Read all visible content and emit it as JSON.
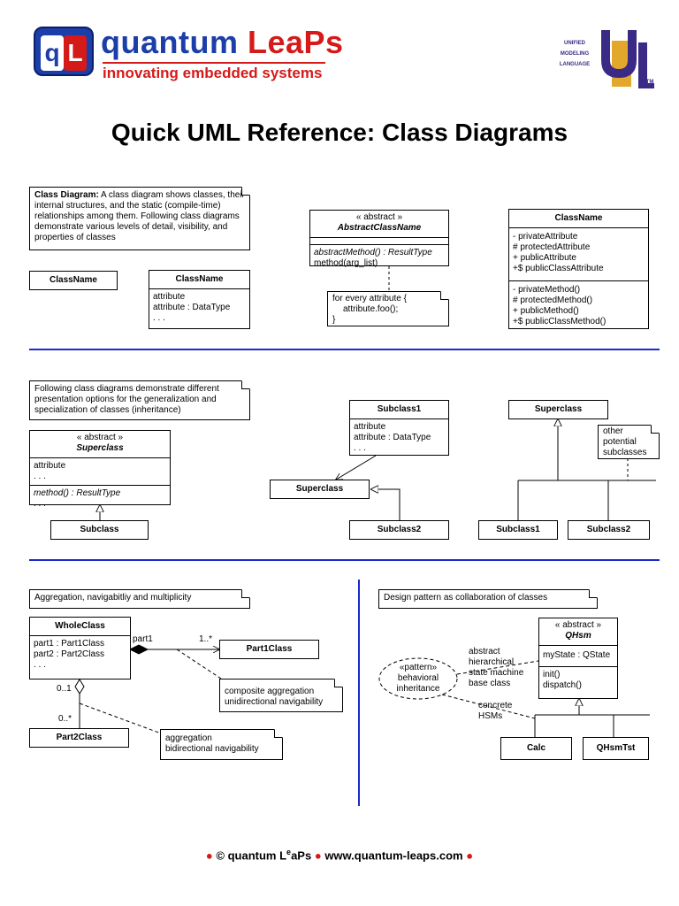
{
  "header": {
    "brand_name_1": "quantum",
    "brand_name_2": "LeaPs",
    "brand_tagline": "innovating embedded systems",
    "logo_q": "q",
    "logo_l": "L",
    "uml_words": [
      "UNIFIED",
      "MODELING",
      "LANGUAGE"
    ],
    "uml_tm": "TM",
    "title": "Quick UML Reference: Class Diagrams"
  },
  "colors": {
    "brand_blue": "#1c3ea8",
    "brand_red": "#d51a1a",
    "rule_blue": "#1b2ac8",
    "uml_purple": "#3b2a85",
    "uml_gold": "#e3a72b"
  },
  "section1": {
    "note_title": "Class Diagram:",
    "note_text": " A class diagram shows classes, their internal structures, and the static (compile-time) relationships among them. Following class diagrams demonstrate various levels of detail, visibility, and properties of classes",
    "simple_class": "ClassName",
    "attr_class": {
      "name": "ClassName",
      "attrs": [
        "attribute",
        "attribute : DataType",
        ". . ."
      ]
    },
    "abstract_class": {
      "stereotype": "« abstract »",
      "name": "AbstractClassName",
      "ops": [
        "abstractMethod() : ResultType",
        "method(arg_list)"
      ]
    },
    "method_note": [
      "for every attribute {",
      "attribute.foo();",
      "}"
    ],
    "full_class": {
      "name": "ClassName",
      "attrs": [
        "- privateAttribute",
        "# protectedAttribute",
        "+ publicAttribute",
        "+$ publicClassAttribute"
      ],
      "ops": [
        "- privateMethod()",
        "# protectedMethod()",
        "+ publicMethod()",
        "+$ publicClassMethod()"
      ]
    }
  },
  "section2": {
    "note_text": "Following class diagrams demonstrate different presentation options for the generalization and specialization of classes (inheritance)",
    "abstract_super": {
      "stereotype": "« abstract »",
      "name": "Superclass",
      "attrs": [
        "attribute",
        ". . ."
      ],
      "ops": [
        "method() : ResultType",
        ". . ."
      ]
    },
    "subclass": "Subclass",
    "subclass1": {
      "name": "Subclass1",
      "attrs": [
        "attribute",
        "attribute : DataType",
        ". . ."
      ]
    },
    "superclass_mid": "Superclass",
    "subclass2_mid": "Subclass2",
    "superclass_right": "Superclass",
    "other_note": [
      "other",
      "potential",
      "subclasses"
    ],
    "subclass1_right": "Subclass1",
    "subclass2_right": "Subclass2"
  },
  "section3": {
    "note_aggr_title": "Aggregation, navigabitliy and multiplicity",
    "whole_class": {
      "name": "WholeClass",
      "attrs": [
        "part1 : Part1Class",
        "part2 : Part2Class",
        ". . ."
      ]
    },
    "part1_class": "Part1Class",
    "part2_class": "Part2Class",
    "role_part1": "part1",
    "mult_1star": "1..*",
    "mult_01": "0..1",
    "mult_0star": "0..*",
    "note_composite": [
      "composite aggregation",
      "unidirectional navigability"
    ],
    "note_aggregation": [
      "aggregation",
      "bidirectional navigability"
    ],
    "note_pattern_title": "Design pattern as collaboration of classes",
    "qhsm": {
      "stereotype": "« abstract »",
      "name": "QHsm",
      "attrs": [
        "myState : QState"
      ],
      "ops": [
        "init()",
        "dispatch()"
      ]
    },
    "pattern_ellipse": [
      "«pattern»",
      "behavioral",
      "inheritance"
    ],
    "label_abstract": [
      "abstract",
      "hierarchical",
      "state machine",
      "base class"
    ],
    "label_concrete": [
      "concrete",
      "HSMs"
    ],
    "calc": "Calc",
    "qhsmtst": "QHsmTst"
  },
  "footer": {
    "copyright": "© ",
    "brand_q": "quantum L",
    "brand_e": "e",
    "brand_aps": "aPs",
    "url": "www.quantum-leaps.com",
    "bullet": "●"
  }
}
